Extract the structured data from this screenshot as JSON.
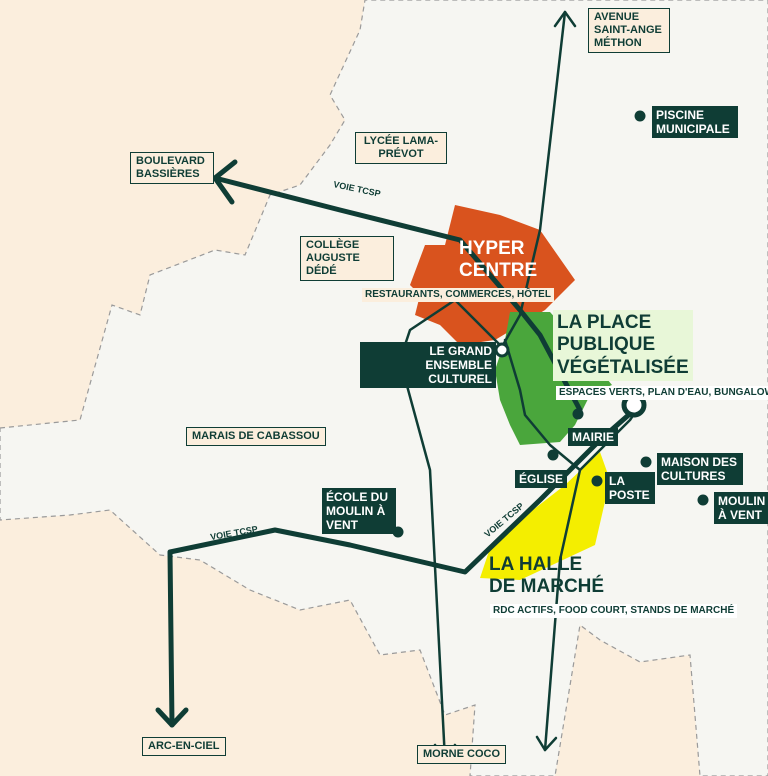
{
  "colors": {
    "background": "#fbeedd",
    "zone": "#f6f6f2",
    "route": "#0f3d35",
    "hyper_centre": "#d9531e",
    "place_publique": "#4aa63c",
    "halle": "#f4ee00"
  },
  "zones": {
    "hyper_centre": {
      "title_line1": "HYPER",
      "title_line2": "CENTRE",
      "subtitle": "RESTAURANTS, COMMERCES, HÔTEL"
    },
    "place_publique": {
      "title_line1": "LA PLACE",
      "title_line2": "PUBLIQUE",
      "title_line3": "VÉGÉTALISÉE",
      "subtitle": "ESPACES VERTS, PLAN D'EAU, BUNGALOWS FOOD"
    },
    "halle": {
      "title_line1": "LA HALLE",
      "title_line2": "DE MARCHÉ",
      "subtitle": "RDC ACTIFS, FOOD COURT, STANDS DE MARCHÉ"
    }
  },
  "places": {
    "avenue": "AVENUE SAINT-ANGE MÉTHON",
    "piscine": "PISCINE MUNICIPALE",
    "lycee": "LYCÉE LAMA-PRÉVOT",
    "boulevard": "BOULEVARD BASSIÈRES",
    "college": "COLLÈGE AUGUSTE DÉDÉ",
    "grand_ensemble": "LE GRAND ENSEMBLE CULTUREL",
    "marais": "MARAIS DE CABASSOU",
    "mairie": "MAIRIE",
    "eglise": "ÉGLISE",
    "poste": "LA POSTE",
    "maison_cultures": "MAISON DES CULTURES",
    "moulin_vent": "MOULIN À VENT",
    "ecole": "ÉCOLE DU MOULIN À VENT",
    "arc_en_ciel": "ARC-EN-CIEL",
    "morne_coco": "MORNE COCO"
  },
  "route_labels": {
    "tcsp_north": "VOIE TCSP",
    "tcsp_west": "VOIE TCSP",
    "tcsp_center": "VOIE TCSP"
  }
}
